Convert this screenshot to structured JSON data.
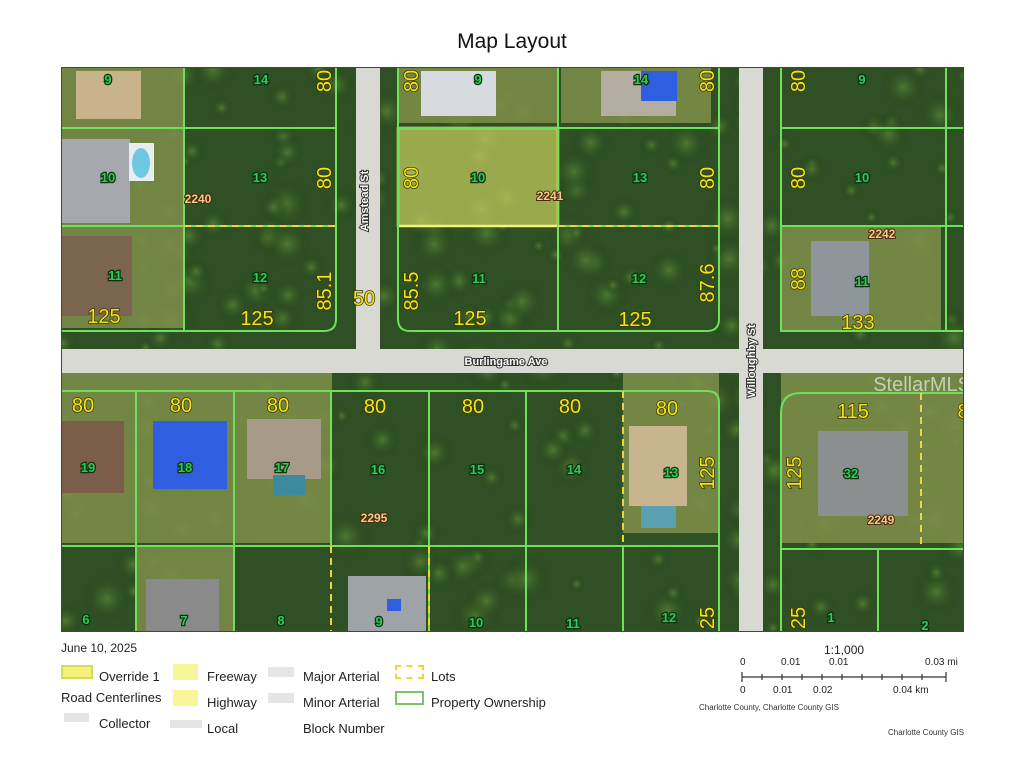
{
  "title": "Map Layout",
  "map": {
    "streets": [
      "Amstead St",
      "Burlingame Ave",
      "Willoughby St"
    ],
    "lot_numbers": [
      "9",
      "14",
      "9",
      "14",
      "9",
      "10",
      "13",
      "10",
      "13",
      "10",
      "11",
      "12",
      "11",
      "12",
      "11",
      "19",
      "18",
      "17",
      "16",
      "15",
      "14",
      "13",
      "32",
      "6",
      "7",
      "8",
      "9",
      "10",
      "11",
      "12",
      "1",
      "2"
    ],
    "dimensions": [
      "80",
      "80",
      "80",
      "80",
      "80",
      "80",
      "80",
      "80",
      "85.1",
      "85.5",
      "87.6",
      "88",
      "125",
      "125",
      "125",
      "125",
      "133",
      "50",
      "80",
      "80",
      "80",
      "80",
      "80",
      "80",
      "80",
      "115",
      "8",
      "125",
      "125",
      "25",
      "25"
    ],
    "addresses": [
      "2240",
      "2241",
      "2242",
      "2295",
      "2249"
    ],
    "watermark": "StellarMLS",
    "highlighted_lot": "10",
    "colors": {
      "property_ownership": "#6ee05a",
      "lots": "#f0d23a",
      "override": "#f5f07a"
    }
  },
  "footer": {
    "date": "June 10, 2025",
    "legend": {
      "override": "Override 1",
      "road_centerlines": "Road Centerlines",
      "collector": "Collector",
      "freeway": "Freeway",
      "highway": "Highway",
      "local": "Local",
      "major_arterial": "Major Arterial",
      "minor_arterial": "Minor Arterial",
      "block_number": "Block Number",
      "lots": "Lots",
      "property_ownership": "Property Ownership"
    },
    "scale": {
      "ratio": "1:1,000",
      "mi_ticks": [
        "0",
        "0.01",
        "0.01",
        "0.03 mi"
      ],
      "km_ticks": [
        "0",
        "0.01",
        "0.02",
        "0.04 km"
      ]
    },
    "attribution": "Charlotte County, Charlotte County GIS",
    "credit": "Charlotte County GIS"
  }
}
